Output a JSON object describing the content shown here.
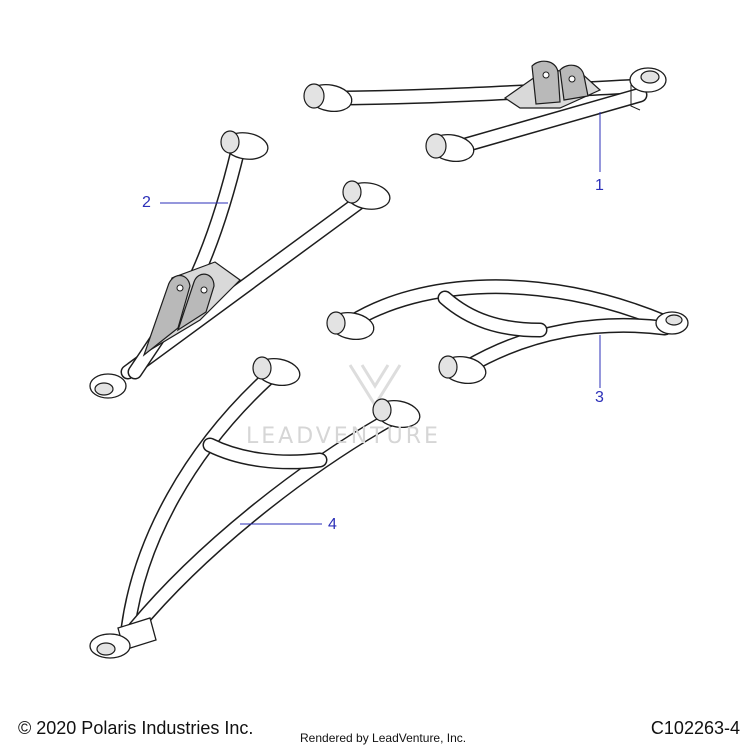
{
  "callouts": [
    {
      "id": "1",
      "label": "1"
    },
    {
      "id": "2",
      "label": "2"
    },
    {
      "id": "3",
      "label": "3"
    },
    {
      "id": "4",
      "label": "4"
    }
  ],
  "footer": {
    "copyright": "© 2020 Polaris Industries Inc.",
    "rendered_by": "Rendered by LeadVenture, Inc.",
    "part_number": "C102263-4"
  },
  "watermark": {
    "text": "LEADVENTURE"
  },
  "colors": {
    "callout": "#2b2fb8",
    "line": "#1d1d1d",
    "watermark": "#d6d6d6"
  }
}
